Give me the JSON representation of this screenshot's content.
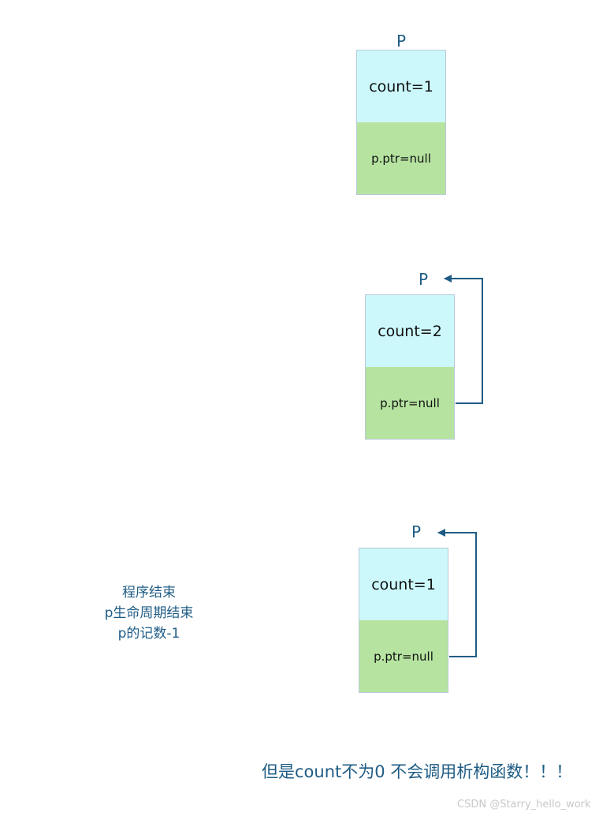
{
  "blocks": [
    {
      "p_label": "P",
      "count_text": "count=1",
      "ptr_text": "p.ptr=null"
    },
    {
      "p_label": "P",
      "count_text": "count=2",
      "ptr_text": "p.ptr=null"
    },
    {
      "p_label": "P",
      "count_text": "count=1",
      "ptr_text": "p.ptr=null"
    }
  ],
  "note": {
    "line1": "程序结束",
    "line2": "p生命周期结束",
    "line3": "p的记数-1"
  },
  "conclusion": "但是count不为0 不会调用析构函数！！！",
  "watermark": "CSDN @Starry_hello_work",
  "colors": {
    "count_cell": "#ccf8fb",
    "ptr_cell": "#b6e4a0",
    "arrow": "#1f5c85",
    "text_accent": "#1f5c85"
  }
}
